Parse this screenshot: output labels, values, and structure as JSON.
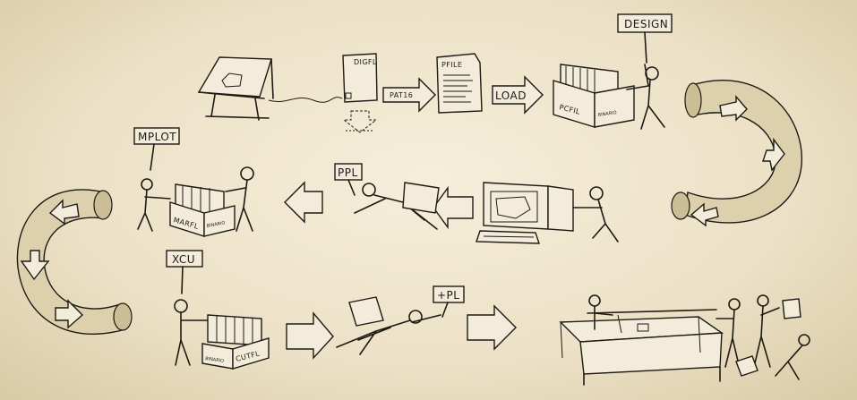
{
  "signs": {
    "design": "DESIGN",
    "mplot": "MPLOT",
    "ppl": "PPL",
    "xcu": "XCU",
    "pluspl": "+PL"
  },
  "files": {
    "digfl": "DIGFL",
    "pfile": "PFILE",
    "pcfil": "PCFIL",
    "binario_top": "BINARIO",
    "marfl": "MARFL",
    "binario_mid": "BINARIO",
    "cutfl": "CUTFL",
    "binario_bottom": "BINARIO"
  },
  "arrows": {
    "pat16": "PAT16",
    "load": "LOAD"
  },
  "colors": {
    "paper": "#efe6cf",
    "ink": "#1e1a14",
    "tube": "#ddd0ad"
  }
}
